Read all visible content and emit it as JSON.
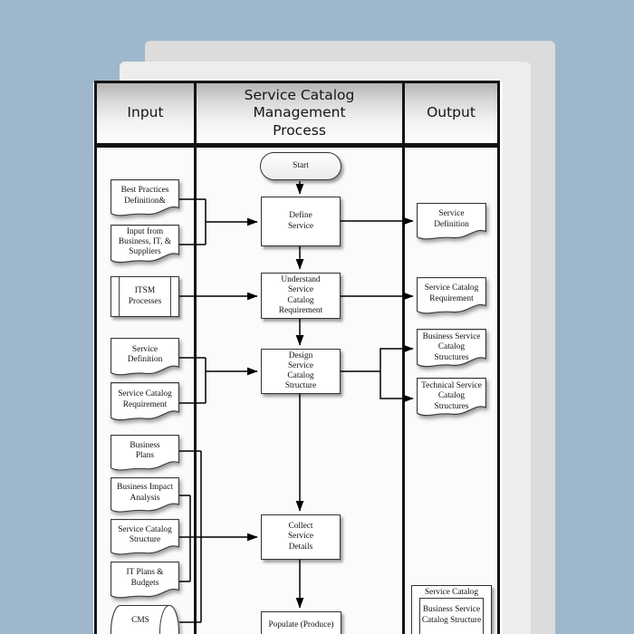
{
  "colors": {
    "canvas_background": "#9fb7cd",
    "page_front": "#fbfbfb",
    "page_middle": "#ededed",
    "page_back": "#dcdcdc",
    "table_border": "#141414",
    "shape_fill": "#ffffff",
    "line_color": "#000000"
  },
  "header": {
    "input": "Input",
    "process": "Service Catalog Management\nProcess",
    "output": "Output"
  },
  "flow": {
    "process": [
      {
        "label": "Start",
        "shape": "terminator"
      },
      {
        "label": "Define\nService",
        "shape": "process"
      },
      {
        "label": "Understand\nService\nCatalog\nRequirement",
        "shape": "process"
      },
      {
        "label": "Design\nService\nCatalog\nStructure",
        "shape": "process"
      },
      {
        "label": "Collect\nService\nDetails",
        "shape": "process"
      },
      {
        "label": "Populate (Produce)",
        "shape": "process"
      }
    ],
    "inputs": [
      {
        "label": "Best Practices\nDefinition&",
        "shape": "document"
      },
      {
        "label": "Input from\nBusiness, IT, &\nSuppliers",
        "shape": "document"
      },
      {
        "label": "ITSM\nProcesses",
        "shape": "predefined-process"
      },
      {
        "label": "Service\nDefinition",
        "shape": "document"
      },
      {
        "label": "Service Catalog\nRequirement",
        "shape": "document"
      },
      {
        "label": "Business\nPlans",
        "shape": "document"
      },
      {
        "label": "Business Impact\nAnalysis",
        "shape": "document"
      },
      {
        "label": "Service Catalog\nStructure",
        "shape": "document"
      },
      {
        "label": "IT Plans &\nBudgets",
        "shape": "document"
      },
      {
        "label": "CMS",
        "shape": "direct-data"
      }
    ],
    "outputs": [
      {
        "label": "Service\nDefinition",
        "shape": "document"
      },
      {
        "label": "Service Catalog\nRequirement",
        "shape": "document"
      },
      {
        "label": "Business Service\nCatalog\nStructures",
        "shape": "document"
      },
      {
        "label": "Technical Service\nCatalog\nStructures",
        "shape": "document"
      }
    ],
    "container": {
      "title": "Service Catalog",
      "inner_label": "Business Service\nCatalog Structure"
    }
  }
}
